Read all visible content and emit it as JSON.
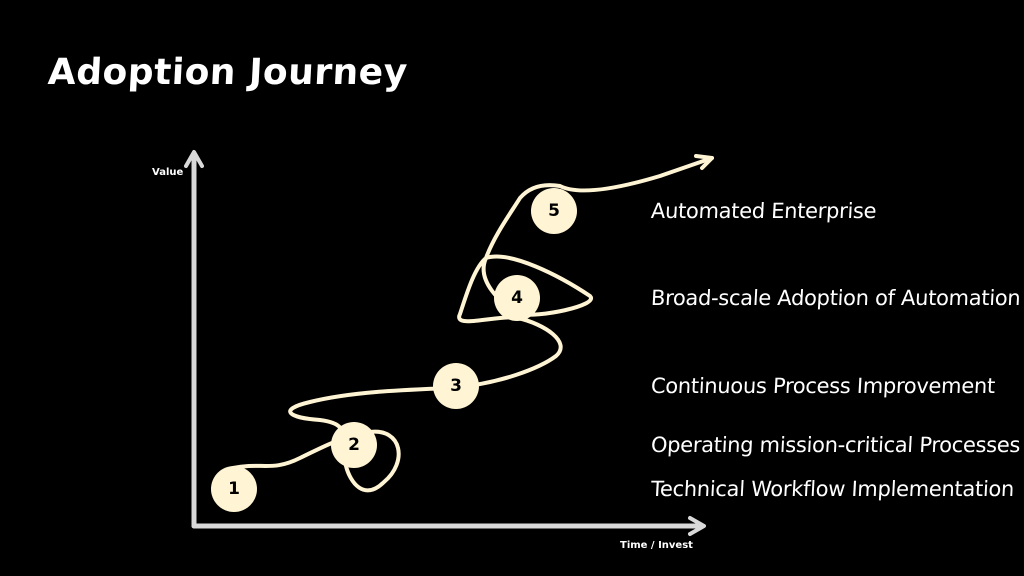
{
  "slide": {
    "title": "Adoption Journey"
  },
  "axes": {
    "y_label": "Value",
    "x_label": "Time / Invest"
  },
  "stages": [
    {
      "number": "1",
      "label": "Technical Workflow Implementation"
    },
    {
      "number": "2",
      "label": "Operating mission-critical Processes"
    },
    {
      "number": "3",
      "label": "Continuous Process Improvement"
    },
    {
      "number": "4",
      "label": "Broad-scale Adoption of Automation"
    },
    {
      "number": "5",
      "label": "Automated Enterprise"
    }
  ],
  "colors": {
    "background": "#000000",
    "path": "#fff5d4",
    "marker_fill": "#fff5d4",
    "axis": "#d9d9d9",
    "text": "#ffffff"
  }
}
